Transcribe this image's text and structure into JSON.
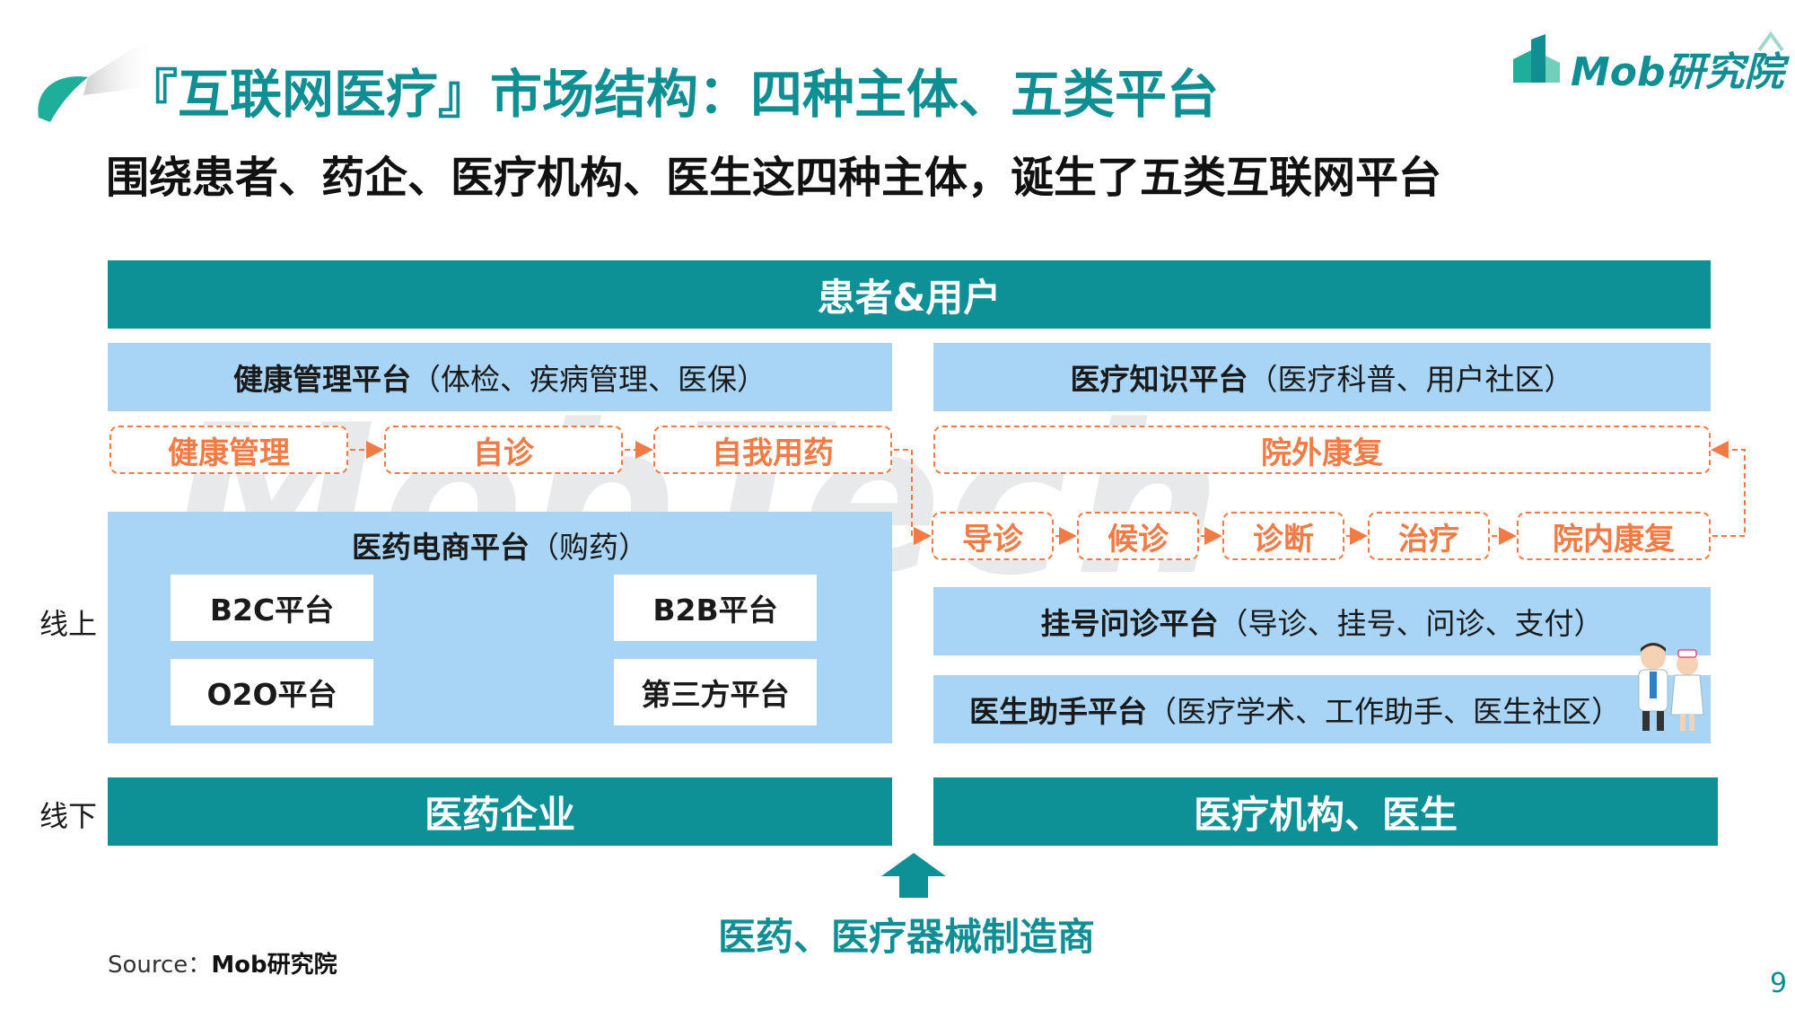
{
  "header": {
    "title": "『互联网医疗』市场结构：四种主体、五类平台",
    "subtitle": "围绕患者、药企、医疗机构、医生这四种主体，诞生了五类互联网平台"
  },
  "logo": {
    "text": "Mob研究院"
  },
  "watermark": "MobTech",
  "diagram": {
    "patients_bar": "患者&用户",
    "health_platform": {
      "name": "健康管理平台",
      "detail": "（体检、疾病管理、医保）"
    },
    "knowledge_platform": {
      "name": "医疗知识平台",
      "detail": "（医疗科普、用户社区）"
    },
    "flow_top": [
      "健康管理",
      "自诊",
      "自我用药"
    ],
    "rehab_out": "院外康复",
    "flow_bottom": [
      "导诊",
      "候诊",
      "诊断",
      "治疗",
      "院内康复"
    ],
    "pharma_platform": {
      "name": "医药电商平台",
      "detail": "（购药）"
    },
    "pharma_boxes": [
      "B2C平台",
      "B2B平台",
      "O2O平台",
      "第三方平台"
    ],
    "registration_platform": {
      "name": "挂号问诊平台",
      "detail": "（导诊、挂号、问诊、支付）"
    },
    "doctor_platform": {
      "name": "医生助手平台",
      "detail": "（医疗学术、工作助手、医生社区）"
    },
    "pharma_company": "医药企业",
    "institutions": "医疗机构、医生",
    "manufacturers": "医药、医疗器械制造商",
    "label_online": "线上",
    "label_offline": "线下"
  },
  "footer": {
    "source_label": "Source：",
    "source_value": "Mob研究院",
    "page_number": "9"
  },
  "colors": {
    "teal": "#0e9196",
    "light_blue": "#a8d4f5",
    "orange": "#f07b45"
  }
}
